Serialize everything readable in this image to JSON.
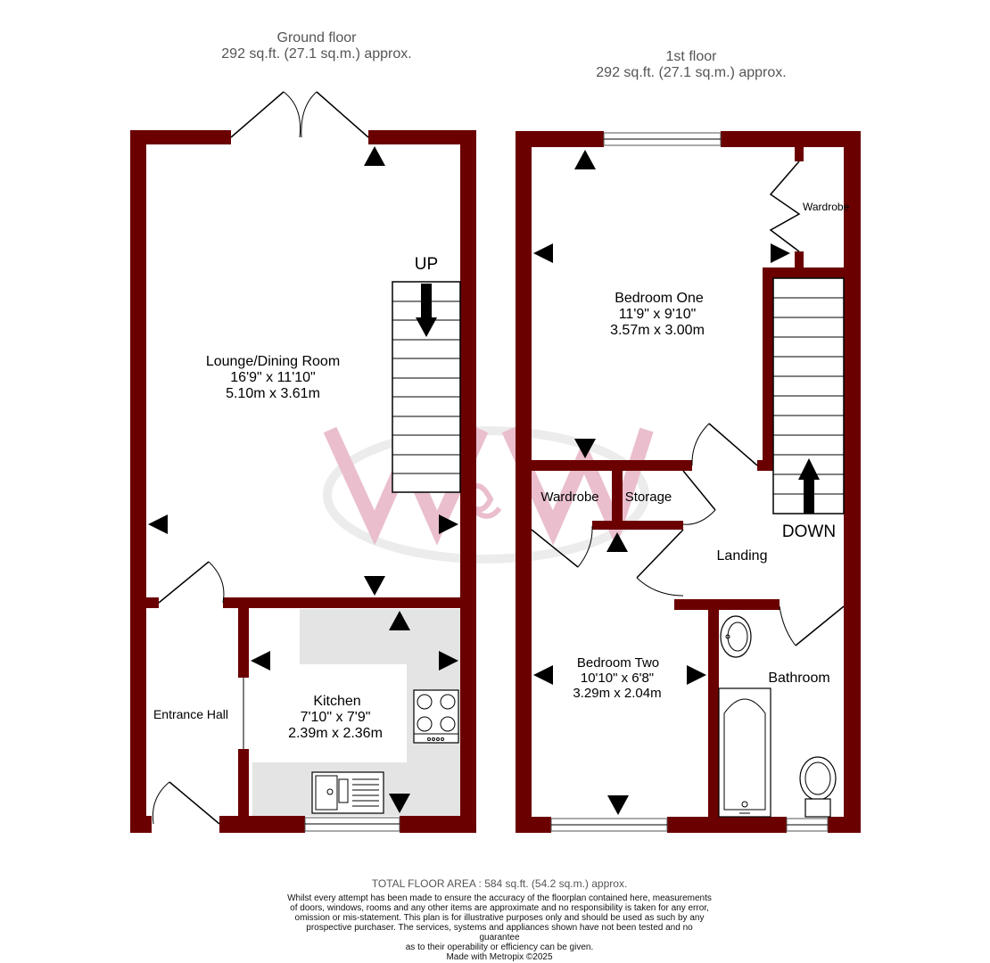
{
  "floors": {
    "ground": {
      "title": "Ground floor",
      "area": "292 sq.ft. (27.1 sq.m.) approx."
    },
    "first": {
      "title": "1st floor",
      "area": "292 sq.ft. (27.1 sq.m.) approx."
    }
  },
  "rooms": {
    "lounge": {
      "name": "Lounge/Dining Room",
      "imperial": "16'9\"  x 11'10\"",
      "metric": "5.10m  x 3.61m"
    },
    "kitchen": {
      "name": "Kitchen",
      "imperial": "7'10\"  x 7'9\"",
      "metric": "2.39m  x 2.36m"
    },
    "entrance_hall": {
      "name": "Entrance Hall"
    },
    "bedroom_one": {
      "name": "Bedroom One",
      "imperial": "11'9\"  x 9'10\"",
      "metric": "3.57m  x 3.00m"
    },
    "bedroom_two": {
      "name": "Bedroom Two",
      "imperial": "10'10\"  x 6'8\"",
      "metric": "3.29m  x 2.04m"
    },
    "wardrobe_upper": {
      "name": "Wardrobe"
    },
    "wardrobe_lower": {
      "name": "Wardrobe"
    },
    "storage": {
      "name": "Storage"
    },
    "landing": {
      "name": "Landing"
    },
    "bathroom": {
      "name": "Bathroom"
    }
  },
  "stairs": {
    "up_label": "UP",
    "down_label": "DOWN"
  },
  "footer": {
    "total_area": "TOTAL FLOOR AREA : 584 sq.ft. (54.2 sq.m.) approx.",
    "disclaimer_lines": [
      "Whilst every attempt has been made to ensure the accuracy of the floorplan contained here, measurements",
      "of doors, windows, rooms and any other items are approximate and no responsibility is taken for any error,",
      "omission or mis-statement. This plan is for illustrative purposes only and should be used as such by any",
      "prospective purchaser. The services, systems and appliances shown have not been tested and no guarantee",
      "as to their operability or efficiency can be given."
    ],
    "made_with": "Made with Metropix ©2025"
  },
  "colors": {
    "wall": "#6b0000",
    "bench": "#e4e4e4",
    "watermark": "#d98aa6"
  }
}
